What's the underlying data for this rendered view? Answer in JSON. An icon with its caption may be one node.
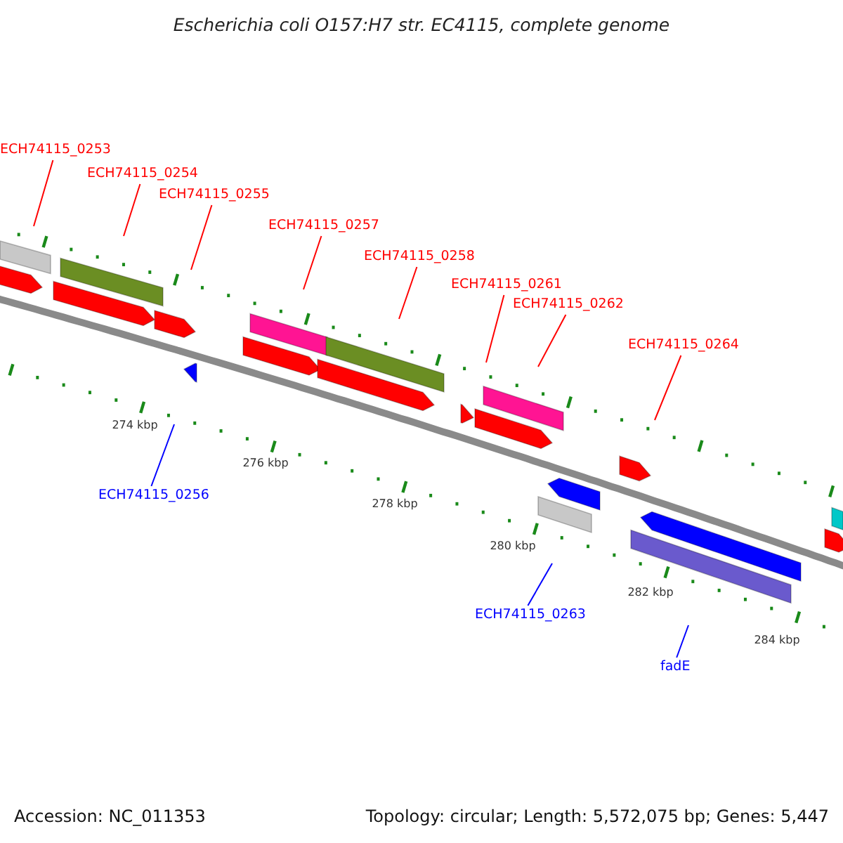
{
  "diagram": {
    "title": "Escherichia coli O157:H7 str. EC4115, complete genome",
    "nodes": [
      {
        "text": [
          "ECH74115_0253"
        ]
      },
      {
        "text": [
          "ECH74115_0254"
        ]
      },
      {
        "text": [
          "ECH74115_0255"
        ]
      },
      {
        "text": [
          "ECH74115_0257"
        ]
      },
      {
        "text": [
          "ECH74115_0258"
        ]
      },
      {
        "text": [
          "ECH74115_0261"
        ]
      },
      {
        "text": [
          "ECH74115_0262"
        ]
      },
      {
        "text": [
          "ECH74115_0264"
        ]
      },
      {
        "text": [
          "ECH74115_0256"
        ]
      },
      {
        "text": [
          "ECH74115_0263"
        ]
      },
      {
        "text": [
          "fadE"
        ]
      }
    ],
    "edges": [
      {
        "from": 0,
        "to": null,
        "arrow": "none"
      },
      {
        "from": 1,
        "to": null,
        "arrow": "none"
      },
      {
        "from": 2,
        "to": null,
        "arrow": "none"
      },
      {
        "from": 3,
        "to": null,
        "arrow": "none"
      },
      {
        "from": 4,
        "to": null,
        "arrow": "none"
      },
      {
        "from": 5,
        "to": null,
        "arrow": "none"
      },
      {
        "from": 6,
        "to": null,
        "arrow": "none"
      },
      {
        "from": 7,
        "to": null,
        "arrow": "none"
      },
      {
        "from": 8,
        "to": null,
        "arrow": "none",
        "color": "#0000ff"
      },
      {
        "from": 9,
        "to": null,
        "arrow": "none",
        "color": "#0000ff"
      },
      {
        "from": 10,
        "to": null,
        "arrow": "none",
        "color": "#0000ff"
      }
    ],
    "labels": [
      "274 kbp",
      "276 kbp",
      "278 kbp",
      "280 kbp",
      "282 kbp",
      "284 kbp",
      "Accession: NC_011353",
      "Topology: circular; Length: 5,572,075 bp; Genes: 5,447"
    ]
  }
}
